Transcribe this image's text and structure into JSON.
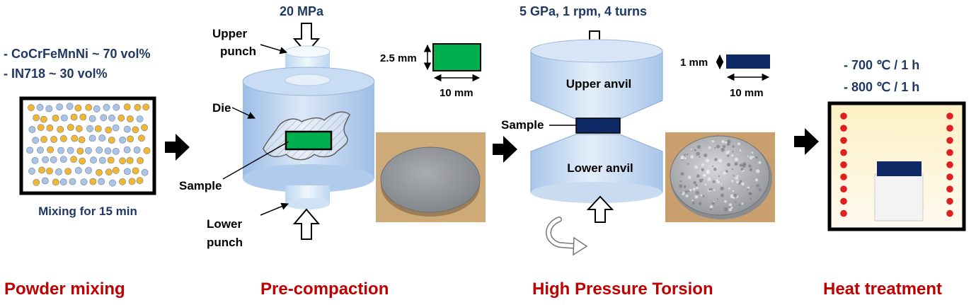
{
  "mixing": {
    "composition_1": "- CoCrFeMnNi ~ 70 vol%",
    "composition_2": "- IN718 ~ 30 vol%",
    "caption": "Mixing for 15 min",
    "stage": "Powder mixing"
  },
  "precompaction": {
    "pressure": "20 MPa",
    "upper_punch_1": "Upper",
    "upper_punch_2": "punch",
    "die": "Die",
    "sample": "Sample",
    "lower_punch_1": "Lower",
    "lower_punch_2": "punch",
    "thickness": "2.5 mm",
    "width": "10 mm",
    "stage": "Pre-compaction"
  },
  "hpt": {
    "conditions": "5 GPa, 1 rpm, 4 turns",
    "upper_anvil": "Upper anvil",
    "lower_anvil": "Lower anvil",
    "sample": "Sample",
    "thickness": "1 mm",
    "width": "10 mm",
    "stage": "High Pressure Torsion"
  },
  "heat": {
    "condition_1": "-   700 ℃ / 1 h",
    "condition_2": "-   800 ℃ / 1 h",
    "stage": "Heat treatment"
  },
  "colors": {
    "navy": "#1f3864",
    "stage_red": "#c00000",
    "sample_green": "#00b050",
    "hpt_sample": "#0d2a66",
    "powder_yellow": "#f2b630",
    "powder_blue": "#a9c4e4",
    "furnace_bg": "#fff7d6",
    "heater_red": "#e02020"
  }
}
